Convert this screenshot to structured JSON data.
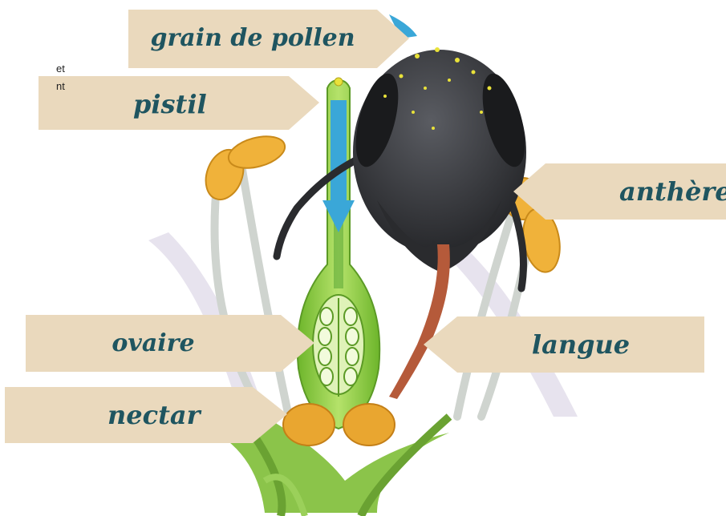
{
  "colors": {
    "label_bg": "#ead9bd",
    "label_text": "#1f5560",
    "arrow": "#3aa7d8",
    "pistil": "#8ccf3c",
    "ovary_inner": "#b9e46a",
    "stamen": "#d9dcd8",
    "anther": "#f0b23a",
    "bee_head": "#3b3d42",
    "tongue": "#b55a3a",
    "leaf": "#7fbf3a"
  },
  "side_text": [
    "et",
    "nt"
  ],
  "labels": {
    "pollen": "grain de pollen",
    "pistil": "pistil",
    "antheres": "anthères",
    "ovaire": "ovaire",
    "langue": "langue",
    "nectar": "nectar"
  }
}
